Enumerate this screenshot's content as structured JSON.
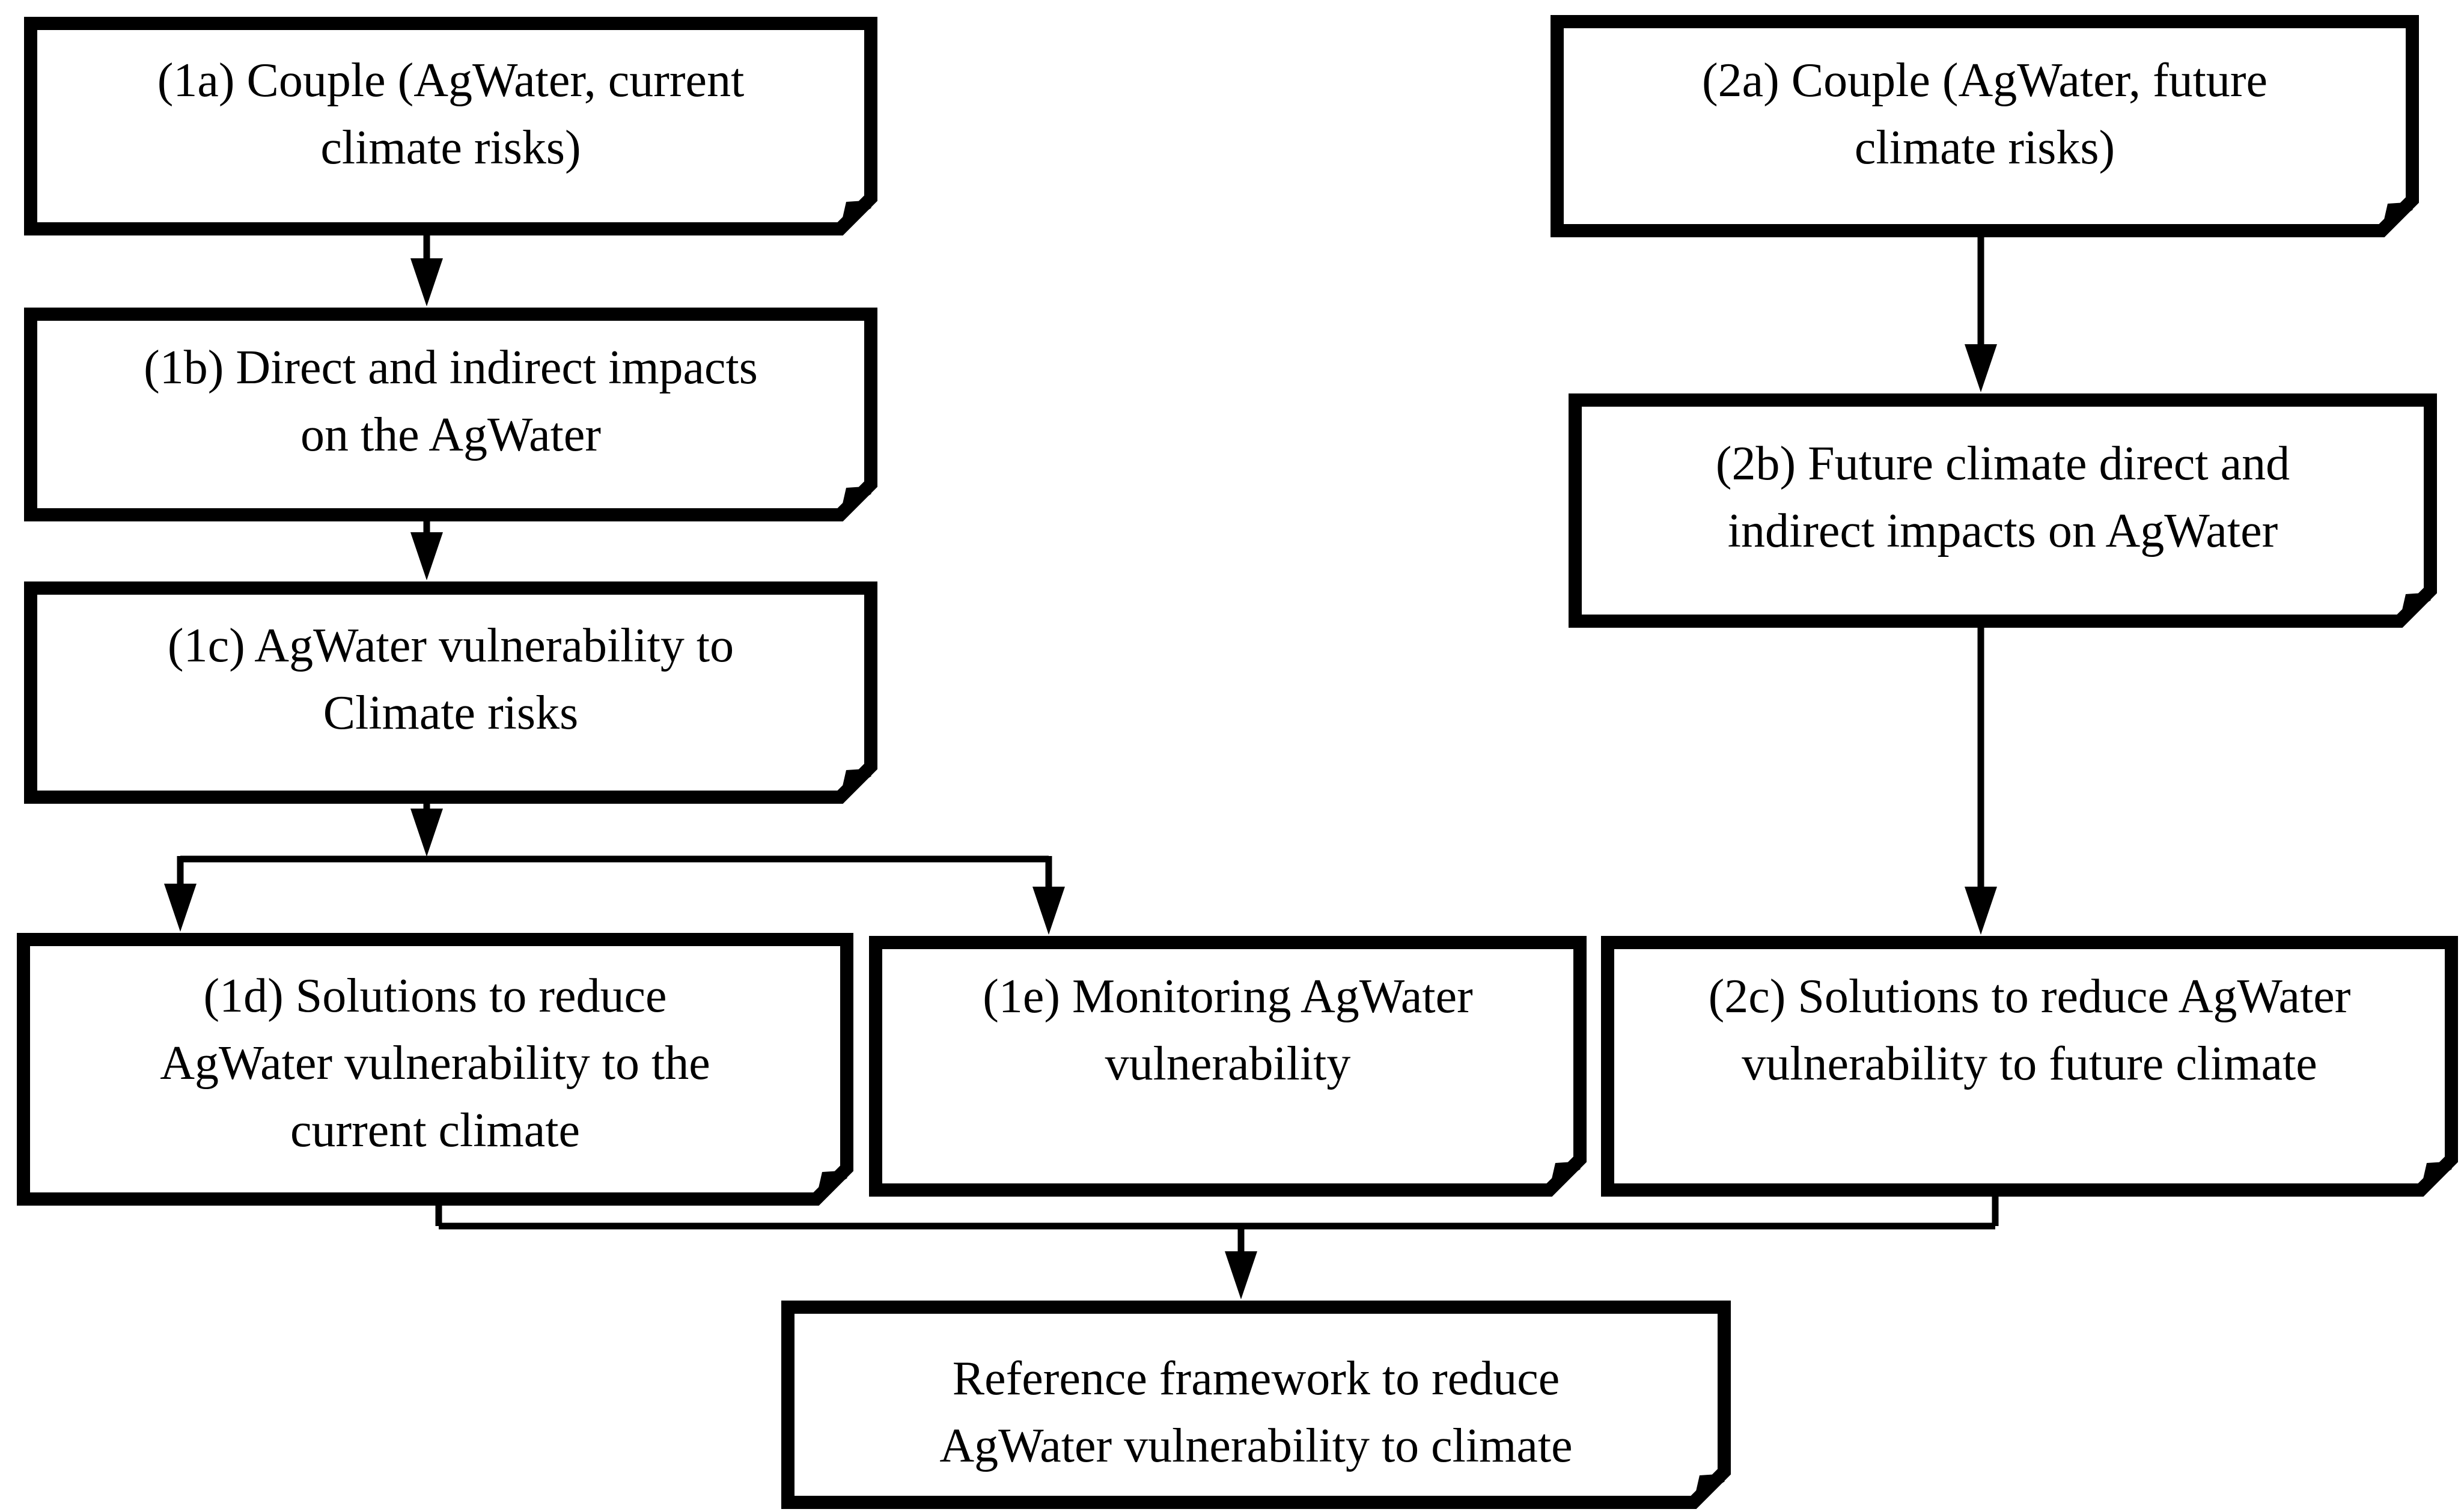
{
  "diagram": {
    "colors": {
      "line": "#000000",
      "box_fill": "#ffffff",
      "text": "#000000",
      "background": "#ffffff"
    },
    "nodes": [
      {
        "id": "1a",
        "label": "(1a) Couple (AgWater, current\nclimate risks)"
      },
      {
        "id": "1b",
        "label": "(1b) Direct and indirect impacts\non the AgWater"
      },
      {
        "id": "1c",
        "label": "(1c) AgWater vulnerability to\nClimate risks"
      },
      {
        "id": "1d",
        "label": "(1d) Solutions to reduce\nAgWater vulnerability to the\ncurrent climate"
      },
      {
        "id": "1e",
        "label": "(1e) Monitoring AgWater\nvulnerability"
      },
      {
        "id": "2a",
        "label": "(2a) Couple (AgWater, future\nclimate risks)"
      },
      {
        "id": "2b",
        "label": "(2b) Future climate direct and\nindirect impacts on AgWater"
      },
      {
        "id": "2c",
        "label": "(2c) Solutions to reduce AgWater\nvulnerability to future climate"
      },
      {
        "id": "ref",
        "label": "Reference framework to reduce\nAgWater vulnerability to climate"
      }
    ],
    "edges": [
      {
        "from": "1a",
        "to": "1b"
      },
      {
        "from": "1b",
        "to": "1c"
      },
      {
        "from": "1c",
        "to": "1d"
      },
      {
        "from": "1c",
        "to": "1e"
      },
      {
        "from": "2a",
        "to": "2b"
      },
      {
        "from": "2b",
        "to": "2c"
      },
      {
        "from": "1d",
        "to": "ref"
      },
      {
        "from": "2c",
        "to": "ref"
      }
    ]
  }
}
